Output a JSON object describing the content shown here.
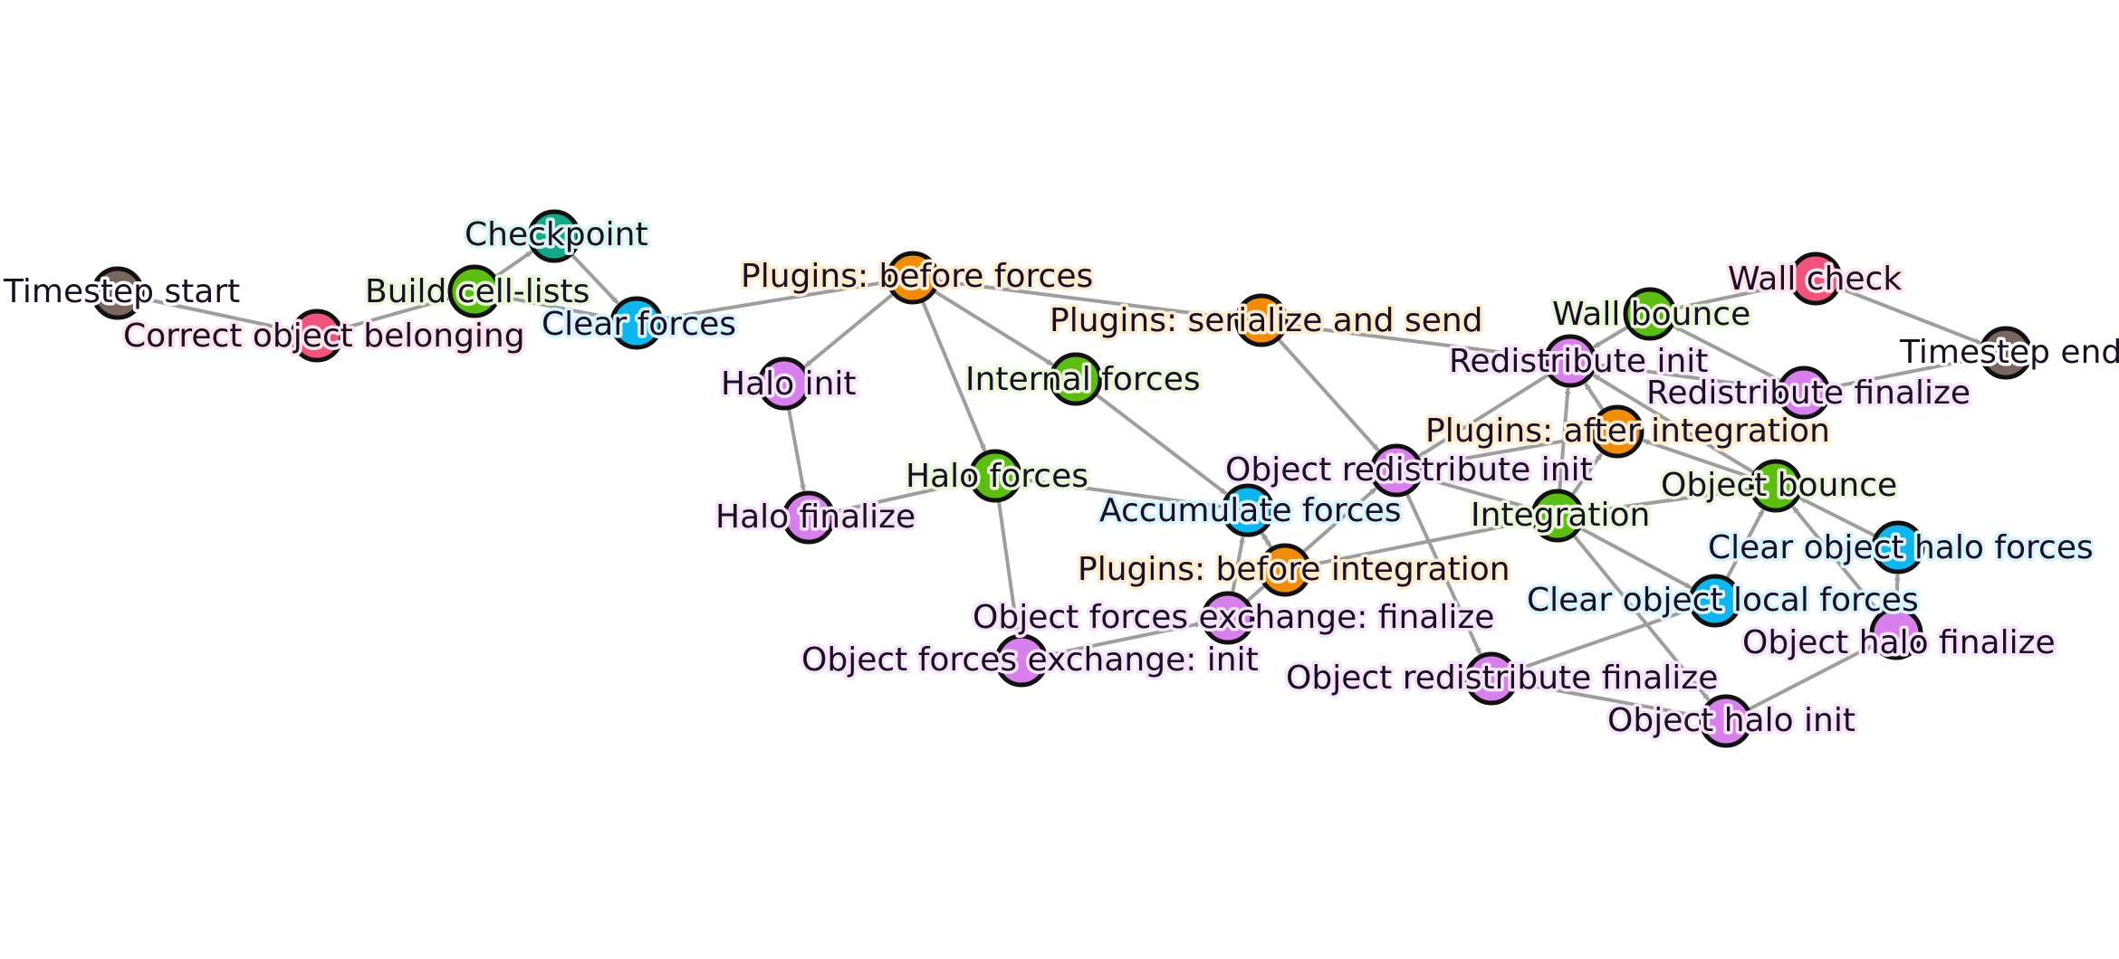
{
  "colors": {
    "edge": "#9e9e9e",
    "node_outline": "#111111",
    "label_text": "#1a0f24"
  },
  "groups": {
    "timestep": {
      "fill": "#7a6660",
      "halo": "#ffffff"
    },
    "checkpoint": {
      "fill": "#12a98a",
      "halo": "#d8f5ee"
    },
    "correction": {
      "fill": "#f0537c",
      "halo": "#fde3ea"
    },
    "local": {
      "fill": "#5cbd12",
      "halo": "#e9f8d8"
    },
    "clear": {
      "fill": "#0fb6ee",
      "halo": "#d7f3fd"
    },
    "plugin": {
      "fill": "#f08c08",
      "halo": "#fdecd0"
    },
    "halo_comm": {
      "fill": "#d77fea",
      "halo": "#f7e4fb"
    }
  },
  "nodes": [
    {
      "id": "timestep_start",
      "label": "Timestep start",
      "group": "timestep"
    },
    {
      "id": "correct_object_belonging",
      "label": "Correct object belonging",
      "group": "correction"
    },
    {
      "id": "build_cell_lists",
      "label": "Build cell-lists",
      "group": "local"
    },
    {
      "id": "checkpoint",
      "label": "Checkpoint",
      "group": "checkpoint"
    },
    {
      "id": "clear_forces",
      "label": "Clear forces",
      "group": "clear"
    },
    {
      "id": "plugins_before_forces",
      "label": "Plugins: before forces",
      "group": "plugin"
    },
    {
      "id": "halo_init",
      "label": "Halo init",
      "group": "halo_comm"
    },
    {
      "id": "halo_finalize",
      "label": "Halo finalize",
      "group": "halo_comm"
    },
    {
      "id": "internal_forces",
      "label": "Internal forces",
      "group": "local"
    },
    {
      "id": "halo_forces",
      "label": "Halo forces",
      "group": "local"
    },
    {
      "id": "plugins_serialize_and_send",
      "label": "Plugins: serialize and send",
      "group": "plugin"
    },
    {
      "id": "accumulate_forces",
      "label": "Accumulate forces",
      "group": "clear"
    },
    {
      "id": "object_redistribute_init",
      "label": "Object redistribute init",
      "group": "halo_comm"
    },
    {
      "id": "plugins_before_integration",
      "label": "Plugins: before integration",
      "group": "plugin"
    },
    {
      "id": "object_forces_exchange_finalize",
      "label": "Object forces exchange: finalize",
      "group": "halo_comm"
    },
    {
      "id": "object_forces_exchange_init",
      "label": "Object forces exchange: init",
      "group": "halo_comm"
    },
    {
      "id": "integration",
      "label": "Integration",
      "group": "local"
    },
    {
      "id": "plugins_after_integration",
      "label": "Plugins: after integration",
      "group": "plugin"
    },
    {
      "id": "redistribute_init",
      "label": "Redistribute init",
      "group": "halo_comm"
    },
    {
      "id": "wall_bounce",
      "label": "Wall bounce",
      "group": "local"
    },
    {
      "id": "wall_check",
      "label": "Wall check",
      "group": "correction"
    },
    {
      "id": "redistribute_finalize",
      "label": "Redistribute finalize",
      "group": "halo_comm"
    },
    {
      "id": "timestep_end",
      "label": "Timestep end",
      "group": "timestep"
    },
    {
      "id": "object_bounce",
      "label": "Object bounce",
      "group": "local"
    },
    {
      "id": "clear_object_halo_forces",
      "label": "Clear object halo forces",
      "group": "clear"
    },
    {
      "id": "clear_object_local_forces",
      "label": "Clear object local forces",
      "group": "clear"
    },
    {
      "id": "object_halo_finalize",
      "label": "Object halo finalize",
      "group": "halo_comm"
    },
    {
      "id": "object_redistribute_finalize",
      "label": "Object redistribute finalize",
      "group": "halo_comm"
    },
    {
      "id": "object_halo_init",
      "label": "Object halo init",
      "group": "halo_comm"
    }
  ],
  "edges": [
    [
      "timestep_start",
      "correct_object_belonging"
    ],
    [
      "correct_object_belonging",
      "build_cell_lists"
    ],
    [
      "build_cell_lists",
      "checkpoint"
    ],
    [
      "build_cell_lists",
      "clear_forces"
    ],
    [
      "checkpoint",
      "clear_forces"
    ],
    [
      "clear_forces",
      "plugins_before_forces"
    ],
    [
      "plugins_before_forces",
      "halo_init"
    ],
    [
      "plugins_before_forces",
      "internal_forces"
    ],
    [
      "plugins_before_forces",
      "halo_forces"
    ],
    [
      "plugins_before_forces",
      "redistribute_init"
    ],
    [
      "halo_init",
      "halo_finalize"
    ],
    [
      "halo_finalize",
      "halo_forces"
    ],
    [
      "internal_forces",
      "accumulate_forces"
    ],
    [
      "halo_forces",
      "accumulate_forces"
    ],
    [
      "halo_forces",
      "object_forces_exchange_init"
    ],
    [
      "plugins_serialize_and_send",
      "object_redistribute_init"
    ],
    [
      "object_forces_exchange_init",
      "object_forces_exchange_finalize"
    ],
    [
      "object_forces_exchange_finalize",
      "accumulate_forces"
    ],
    [
      "object_forces_exchange_finalize",
      "object_redistribute_init"
    ],
    [
      "accumulate_forces",
      "plugins_before_integration"
    ],
    [
      "plugins_before_integration",
      "integration"
    ],
    [
      "plugins_before_integration",
      "accumulate_forces"
    ],
    [
      "integration",
      "object_redistribute_init"
    ],
    [
      "integration",
      "plugins_after_integration"
    ],
    [
      "integration",
      "redistribute_init"
    ],
    [
      "integration",
      "object_bounce"
    ],
    [
      "integration",
      "clear_object_local_forces"
    ],
    [
      "integration",
      "object_halo_init"
    ],
    [
      "object_redistribute_init",
      "object_redistribute_finalize"
    ],
    [
      "object_redistribute_finalize",
      "clear_object_local_forces"
    ],
    [
      "object_redistribute_finalize",
      "object_halo_init"
    ],
    [
      "object_halo_init",
      "object_halo_finalize"
    ],
    [
      "object_halo_finalize",
      "clear_object_halo_forces"
    ],
    [
      "object_halo_finalize",
      "object_bounce"
    ],
    [
      "clear_object_halo_forces",
      "object_bounce"
    ],
    [
      "clear_object_local_forces",
      "object_bounce"
    ],
    [
      "object_bounce",
      "redistribute_init"
    ],
    [
      "object_bounce",
      "plugins_after_integration"
    ],
    [
      "plugins_after_integration",
      "redistribute_init"
    ],
    [
      "plugins_after_integration",
      "object_redistribute_init"
    ],
    [
      "redistribute_init",
      "object_redistribute_init"
    ],
    [
      "redistribute_init",
      "redistribute_finalize"
    ],
    [
      "wall_bounce",
      "redistribute_init"
    ],
    [
      "wall_bounce",
      "wall_check"
    ],
    [
      "redistribute_finalize",
      "wall_bounce"
    ],
    [
      "redistribute_finalize",
      "timestep_end"
    ],
    [
      "wall_check",
      "timestep_end"
    ]
  ]
}
